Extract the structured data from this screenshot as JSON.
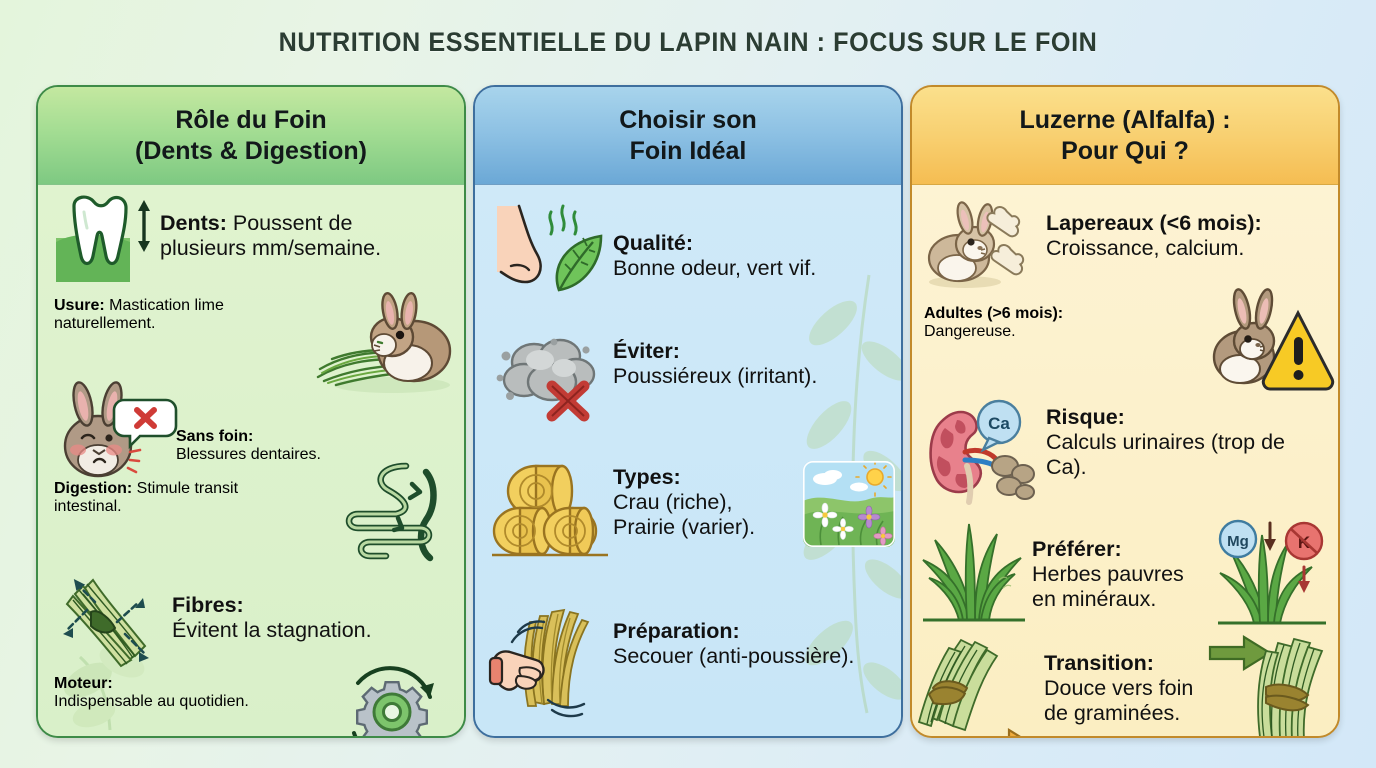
{
  "title": "NUTRITION ESSENTIELLE DU LAPIN NAIN : FOCUS SUR LE FOIN",
  "colors": {
    "title_text": "#2b3d33",
    "green_border": "#3e8b47",
    "green_body": "#deefd0",
    "blue_border": "#3e6f9e",
    "blue_body": "#cde8f6",
    "yellow_border": "#c28a2a",
    "yellow_body": "#fbeec4",
    "background_left": "#e4f5dc",
    "background_right": "#d3e8f8"
  },
  "columns": [
    {
      "id": "role-du-foin",
      "theme": "green",
      "heading_line1": "Rôle du Foin",
      "heading_line2": "(Dents & Digestion)",
      "entries": [
        {
          "label": "Dents:",
          "text": " Poussent de plusieurs mm/semaine.",
          "icon": "tooth-growth-icon"
        },
        {
          "label": "Usure:",
          "text": " Mastication lime naturellement.",
          "icon": "rabbit-eating-hay-icon"
        },
        {
          "label": "Sans foin:",
          "text": " Blessures dentaires.",
          "icon": "sad-rabbit-no-hay-icon"
        },
        {
          "label": "Digestion:",
          "text": " Stimule transit intestinal.",
          "icon": "intestine-icon"
        },
        {
          "label": "Fibres:",
          "text": " Évitent la stagnation.",
          "icon": "hay-bundle-arrows-icon"
        },
        {
          "label": "Moteur:",
          "text": " Indispensable au quotidien.",
          "icon": "gear-cycle-icon"
        }
      ]
    },
    {
      "id": "choisir-son-foin-ideal",
      "theme": "blue",
      "heading_line1": "Choisir son",
      "heading_line2": "Foin Idéal",
      "entries": [
        {
          "label": "Qualité:",
          "text": " Bonne odeur, vert vif.",
          "icon": "nose-smelling-leaf-icon"
        },
        {
          "label": "Éviter:",
          "text": " Poussiéreux (irritant).",
          "icon": "dust-cloud-cross-icon"
        },
        {
          "label": "Types:",
          "text": " Crau (riche), Prairie (varier).",
          "icon": "hay-bales-icon",
          "icon_right": "meadow-photo-icon"
        },
        {
          "label": "Préparation:",
          "text": " Secouer (anti-poussière).",
          "icon": "hand-shaking-hay-icon"
        }
      ]
    },
    {
      "id": "luzerne-alfalfa-pour-qui",
      "theme": "yellow",
      "heading_line1": "Luzerne (Alfalfa) :",
      "heading_line2": "Pour Qui ?",
      "entries": [
        {
          "label": "Lapereaux (<6 mois):",
          "text": " Croissance, calcium.",
          "icon": "baby-rabbit-bones-icon"
        },
        {
          "label": "Adultes (>6 mois):",
          "text": " Dangereuse.",
          "icon": "rabbit-warning-icon"
        },
        {
          "label": "Risque:",
          "text": " Calculs urinaires (trop de Ca).",
          "icon": "kidney-calcium-stones-icon"
        },
        {
          "label": "Préférer:",
          "text": " Herbes pauvres en minéraux.",
          "icon": "grass-icon",
          "icon_right": "grass-minerals-mg-k-icon"
        },
        {
          "label": "Transition:",
          "text": " Douce vers foin de graminées.",
          "icon": "hay-bundle-orange-arrow-icon",
          "icon_right": "grass-bundle-green-arrow-icon"
        }
      ]
    }
  ],
  "icon_badges": {
    "calcium": "Ca",
    "magnesium": "Mg",
    "potassium": "K"
  }
}
